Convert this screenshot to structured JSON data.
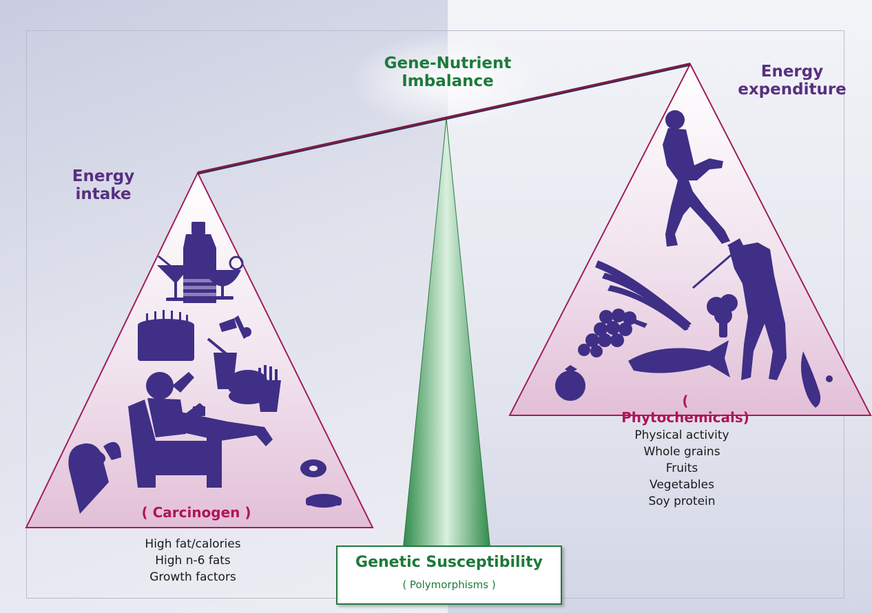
{
  "diagram": {
    "top_label": "Gene-Nutrient\nImbalance",
    "left": {
      "title": "Energy\nintake",
      "paren_label": "( Carcinogen )",
      "factors": [
        "High fat/calories",
        "High n-6 fats",
        "Growth factors"
      ]
    },
    "right": {
      "title": "Energy\nexpenditure",
      "paren_label": "( Phytochemicals)",
      "factors": [
        "Physical activity",
        "Whole grains",
        "Fruits",
        "Vegetables",
        "Soy protein"
      ]
    },
    "base": {
      "title": "Genetic Susceptibility",
      "subtitle": "( Polymorphisms )"
    }
  },
  "colors": {
    "purple_text": "#57307f",
    "green_text": "#1d7a3a",
    "magenta_text": "#b0145a",
    "silhouette": "#3f2f86",
    "beam": "#7a1f3f",
    "triangle_edge": "#a01d5c"
  },
  "icons": {
    "left": [
      "bottle-icon",
      "martini-glass-icon",
      "cocktail-glass-icon",
      "birthday-cake-icon",
      "candy-icon",
      "soda-cup-icon",
      "burger-icon",
      "fries-icon",
      "couch-potato-person-icon",
      "ice-cream-cone-icon",
      "donut-icon",
      "pie-icon"
    ],
    "right": [
      "runner-icon",
      "golfer-icon",
      "wheat-icon",
      "broccoli-icon",
      "grapes-icon",
      "fish-icon",
      "tomato-icon",
      "soybean-icon"
    ]
  }
}
